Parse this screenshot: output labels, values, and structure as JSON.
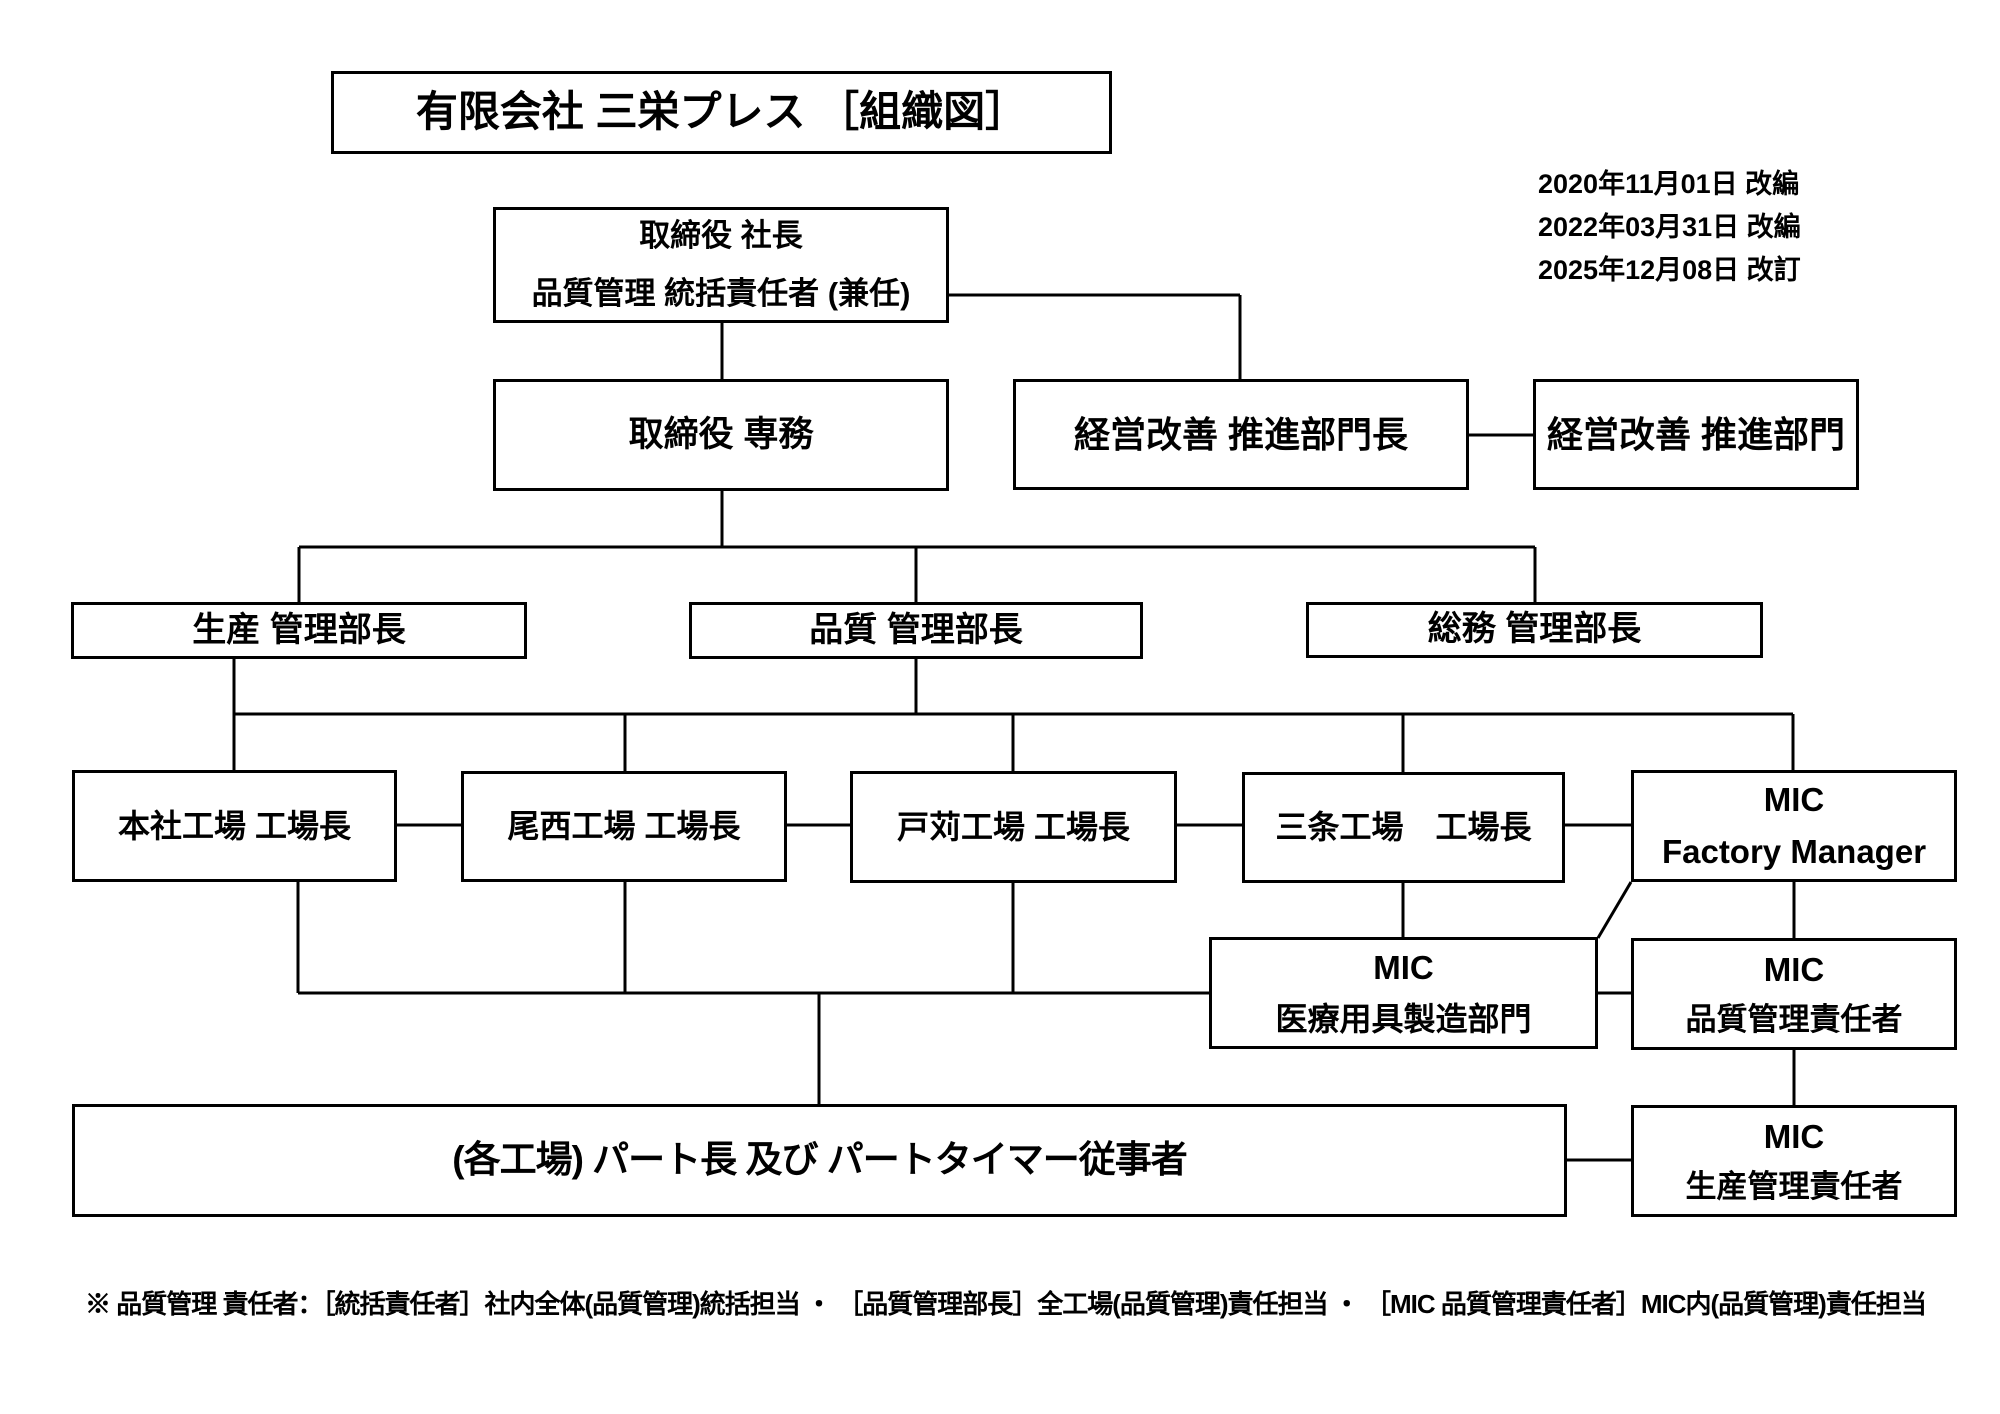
{
  "title": "有限会社 三栄プレス ［組織図］",
  "revisions": [
    "2020年11月01日 改編",
    "2022年03月31日 改編",
    "2025年12月08日 改訂"
  ],
  "nodes": {
    "president": {
      "line1": "取締役 社長",
      "line2": "品質管理 統括責任者 (兼任)"
    },
    "senmu": {
      "label": "取締役 専務"
    },
    "keiei_leader": {
      "label": "経営改善 推進部門長"
    },
    "keiei_dept": {
      "label": "経営改善 推進部門"
    },
    "seisan_mgr": {
      "label": "生産 管理部長"
    },
    "hinshitsu_mgr": {
      "label": "品質 管理部長"
    },
    "soumu_mgr": {
      "label": "総務 管理部長"
    },
    "honsha": {
      "label": "本社工場 工場長"
    },
    "owari": {
      "label": "尾西工場 工場長"
    },
    "togari": {
      "label": "戸苅工場 工場長"
    },
    "sanjo": {
      "label": "三条工場　工場長"
    },
    "mic_fm": {
      "line1": "MIC",
      "line2": "Factory Manager"
    },
    "mic_iryo": {
      "line1": "MIC",
      "line2": "医療用具製造部門"
    },
    "mic_qc": {
      "line1": "MIC",
      "line2": "品質管理責任者"
    },
    "mic_pc": {
      "line1": "MIC",
      "line2": "生産管理責任者"
    },
    "part": {
      "label": "(各工場) パート長 及び パートタイマー従事者"
    }
  },
  "footnote": "※ 品質管理 責任者：［統括責任者］社内全体(品質管理)統括担当 ・ ［品質管理部長］全工場(品質管理)責任担当 ・ ［MIC 品質管理責任者］MIC内(品質管理)責任担当",
  "colors": {
    "line": "#000000",
    "text": "#000000",
    "background": "#ffffff"
  }
}
